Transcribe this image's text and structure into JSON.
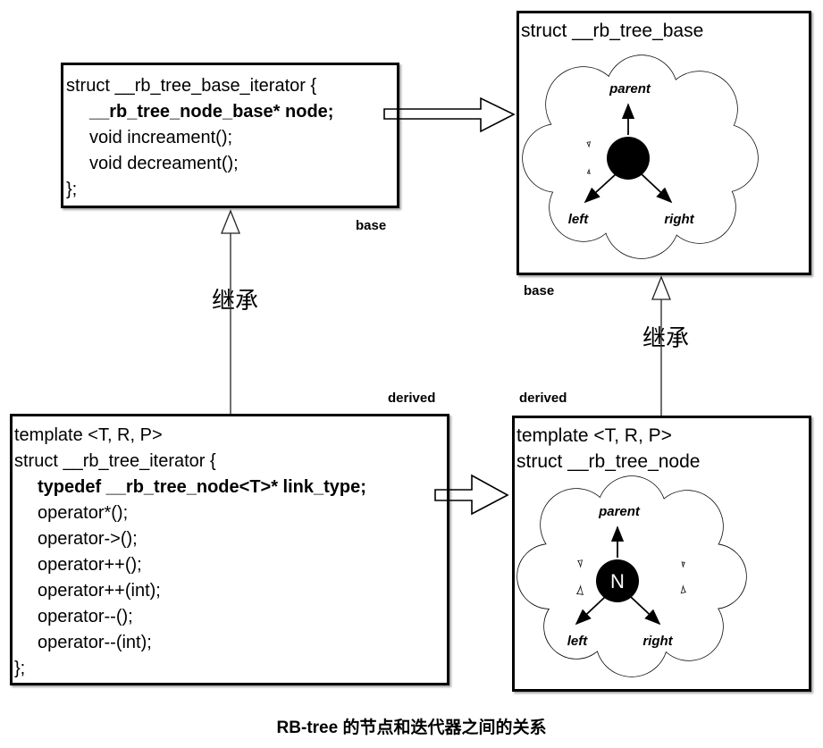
{
  "caption": "RB-tree 的节点和迭代器之间的关系",
  "inheritance": {
    "left_arrow_label": "继承",
    "right_arrow_label": "继承"
  },
  "role_labels": {
    "base_left": "base",
    "base_right": "base",
    "derived_left": "derived",
    "derived_right": "derived"
  },
  "base_iterator_box": {
    "lines": [
      {
        "text": "struct __rb_tree_base_iterator {"
      },
      {
        "text": "__rb_tree_node_base* node;"
      },
      {
        "text": "void increament();"
      },
      {
        "text": "void decreament();"
      },
      {
        "text": "};"
      }
    ]
  },
  "base_node_box": {
    "header": "struct __rb_tree_base",
    "pointers": {
      "parent": "parent",
      "left": "left",
      "right": "right"
    },
    "node_label": ""
  },
  "derived_iterator_box": {
    "lines": [
      {
        "text": "template <T, R, P>"
      },
      {
        "text": "struct __rb_tree_iterator {"
      },
      {
        "text": "typedef __rb_tree_node<T>* link_type;"
      },
      {
        "text": "operator*();"
      },
      {
        "text": "operator->();"
      },
      {
        "text": "operator++();"
      },
      {
        "text": "operator++(int);"
      },
      {
        "text": "operator--();"
      },
      {
        "text": "operator--(int);"
      },
      {
        "text": "};"
      }
    ]
  },
  "derived_node_box": {
    "header_line1": "template <T, R, P>",
    "header_line2": "struct __rb_tree_node",
    "pointers": {
      "parent": "parent",
      "left": "left",
      "right": "right"
    },
    "node_label": "N"
  },
  "colors": {
    "line": "#000000",
    "background": "#ffffff",
    "node_fill": "#000000",
    "node_text": "#ffffff"
  }
}
